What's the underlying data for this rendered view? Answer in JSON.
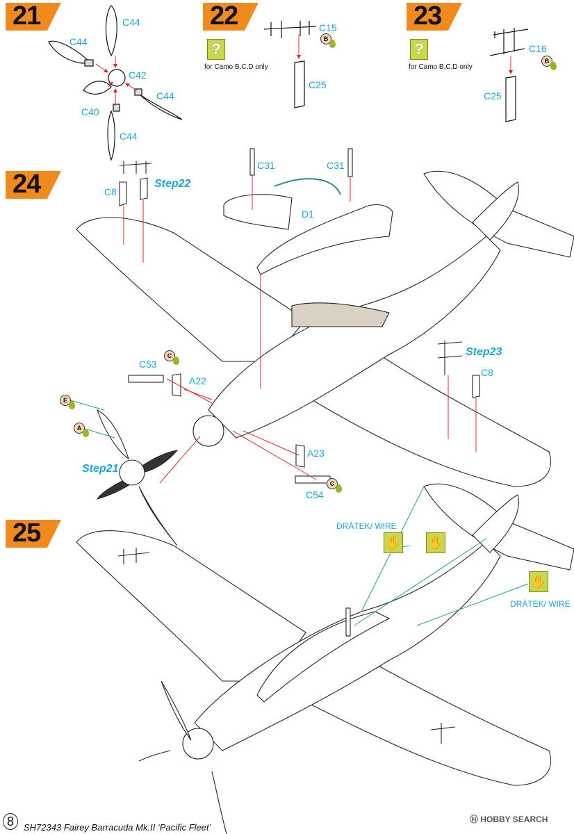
{
  "steps": [
    {
      "number": "21"
    },
    {
      "number": "22"
    },
    {
      "number": "23"
    },
    {
      "number": "24"
    },
    {
      "number": "25"
    }
  ],
  "step21": {
    "labels": [
      "C44",
      "C44",
      "C42",
      "C44",
      "C40",
      "C44"
    ]
  },
  "step22": {
    "parts": [
      "C15",
      "C25"
    ],
    "paint": "B",
    "note": "for Camo B,C,D only"
  },
  "step23": {
    "parts": [
      "C16",
      "C25"
    ],
    "paint": "B",
    "note": "for Camo B,C,D only"
  },
  "step24": {
    "labels": [
      "C31",
      "C31",
      "D1",
      "C8",
      "C53",
      "A22",
      "A23",
      "C54",
      "C8"
    ],
    "refs": [
      "Step22",
      "Step23",
      "Step21"
    ],
    "paints": [
      "C",
      "E",
      "A",
      "C"
    ]
  },
  "step25": {
    "wire_labels": [
      "DRÁTEK/ WIRE",
      "DRÁTEK/ WIRE"
    ]
  },
  "footer": {
    "page": "8",
    "title": "SH72343 Fairey Barracuda Mk.II ‘Pacific Fleet’",
    "brand": "Ⓗ HOBBY SEARCH"
  },
  "colors": {
    "accent_orange": "#f08a1c",
    "callout_blue": "#1ba4d8",
    "glue_green": "#c8d84a",
    "guide_red": "#d62828",
    "wire_green": "#1fa37a"
  }
}
